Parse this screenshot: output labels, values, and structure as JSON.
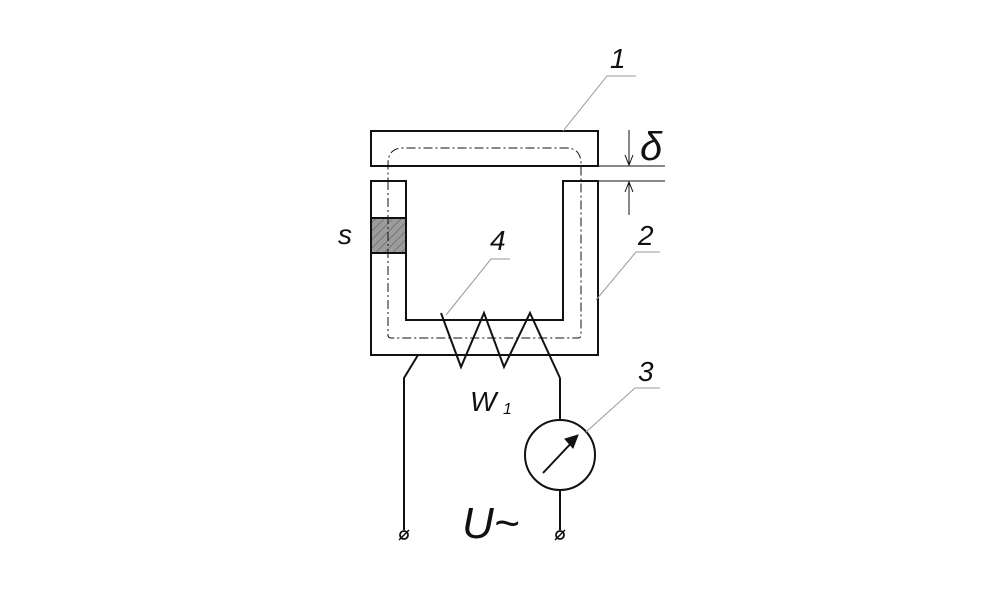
{
  "labels": {
    "armature": "1",
    "core": "2",
    "meter": "3",
    "coil": "4",
    "gap": "δ",
    "cross_section": "s",
    "winding": "W",
    "winding_index": "1",
    "voltage": "U~"
  },
  "colors": {
    "stroke": "#111111",
    "leader": "#9a9a9a",
    "section_fill": "#9c9c9c",
    "background": "#ffffff"
  }
}
